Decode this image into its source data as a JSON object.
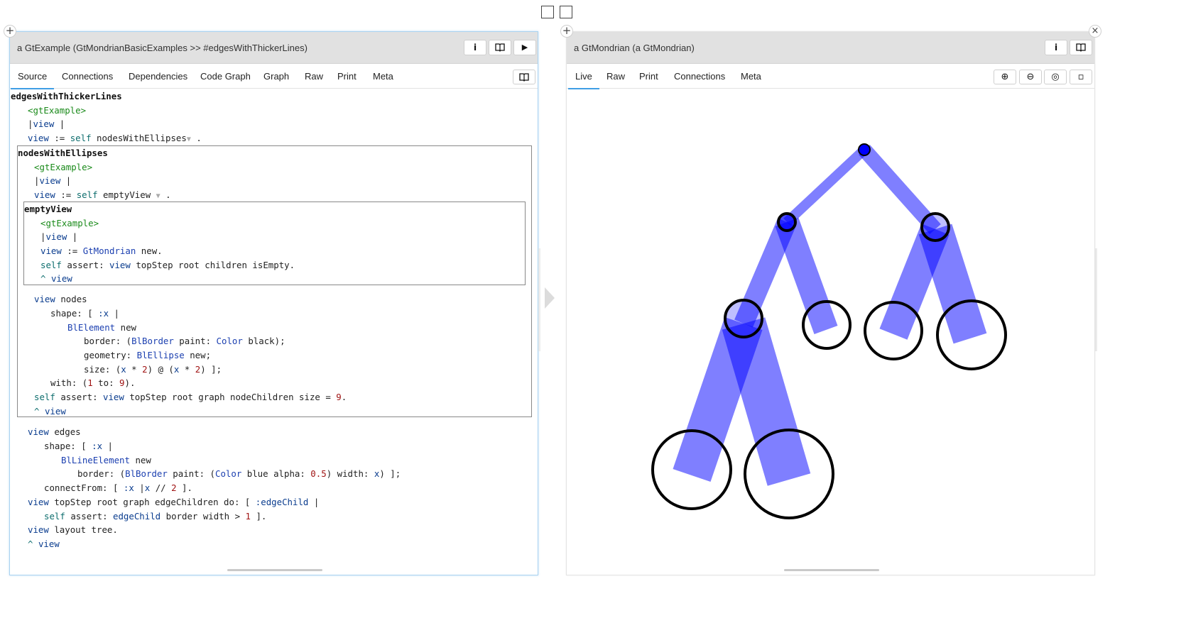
{
  "left_pane": {
    "title": "a GtExample (GtMondrianBasicExamples >> #edgesWithThickerLines)",
    "buttons": {
      "info": "i",
      "book": "🕮",
      "run": "▶"
    },
    "tabs": [
      "Source",
      "Connections",
      "Dependencies",
      "Code Graph",
      "Graph",
      "Raw",
      "Print",
      "Meta"
    ],
    "active_tab": "Source",
    "tab_action_icon": "🕮"
  },
  "right_pane": {
    "title": "a GtMondrian (a GtMondrian)",
    "buttons": {
      "info": "i",
      "book": "🕮"
    },
    "tabs": [
      "Live",
      "Raw",
      "Print",
      "Connections",
      "Meta"
    ],
    "active_tab": "Live",
    "zoom_buttons": [
      "⊕",
      "⊖",
      "◎",
      "▫"
    ]
  },
  "code": {
    "method_name": "edgesWithThickerLines",
    "pragma": "<gtExample>",
    "temps_open": "|",
    "temps_var": "view",
    "temps_close": "|",
    "line_view": "view",
    "line_assign": ":=",
    "line_self": "self",
    "line_nodes_call": "nodesWithEllipses",
    "line_end": ".",
    "inner1": {
      "method_name": "nodesWithEllipses",
      "pragma": "<gtExample>",
      "temps_var": "view",
      "line_view": "view",
      "line_assign": ":=",
      "line_self": "self",
      "line_call": "emptyView",
      "line_end": ".",
      "inner2": {
        "method_name": "emptyView",
        "pragma": "<gtExample>",
        "temps_var": "view",
        "l4_view": "view",
        "l4_assign": ":=",
        "l4_class": "GtMondrian",
        "l4_msg": "new.",
        "l5_self": "self",
        "l5_msg": "assert:",
        "l5_view": "view",
        "l5_rest": "topStep root children isEmpty.",
        "l6_ret": "^",
        "l6_view": "view"
      },
      "n1_view": "view",
      "n1_rest": "nodes",
      "n2_a": "shape: [",
      "n2_arg": ":x",
      "n2_b": "|",
      "n3_class": "BlElement",
      "n3_rest": "new",
      "n4_a": "border: (",
      "n4_class": "BlBorder",
      "n4_b": "paint:",
      "n4_class2": "Color",
      "n4_c": "black);",
      "n5_a": "geometry:",
      "n5_class": "BlEllipse",
      "n5_b": "new;",
      "n6_a": "size: (",
      "n6_x1": "x",
      "n6_b": "*",
      "n6_n1": "2",
      "n6_c": ") @ (",
      "n6_x2": "x",
      "n6_d": "*",
      "n6_n2": "2",
      "n6_e": ") ];",
      "n7_a": "with: (",
      "n7_n1": "1",
      "n7_b": "to:",
      "n7_n2": "9",
      "n7_c": ").",
      "n8_self": "self",
      "n8_a": "assert:",
      "n8_view": "view",
      "n8_b": "topStep root graph nodeChildren size =",
      "n8_num": "9",
      "n8_end": ".",
      "n9_ret": "^",
      "n9_view": "view"
    },
    "e1_view": "view",
    "e1_rest": "edges",
    "e2_a": "shape: [",
    "e2_arg": ":x",
    "e2_b": "|",
    "e3_class": "BlLineElement",
    "e3_rest": "new",
    "e4_a": "border: (",
    "e4_class": "BlBorder",
    "e4_b": "paint: (",
    "e4_class2": "Color",
    "e4_c": "blue alpha:",
    "e4_num": "0.5",
    "e4_d": ") width:",
    "e4_x": "x",
    "e4_e": ") ];",
    "e5_a": "connectFrom: [",
    "e5_arg": ":x",
    "e5_b": "|",
    "e5_x": "x",
    "e5_c": "//",
    "e5_num": "2",
    "e5_d": "].",
    "e6_view": "view",
    "e6_a": "topStep root graph edgeChildren do: [",
    "e6_arg": ":edgeChild",
    "e6_b": "|",
    "e7_self": "self",
    "e7_a": "assert:",
    "e7_arg": "edgeChild",
    "e7_b": "border width >",
    "e7_num": "1",
    "e7_c": "].",
    "e8_view": "view",
    "e8_rest": "layout tree.",
    "e9_ret": "^",
    "e9_view": "view"
  },
  "colors": {
    "edge": "#0000ff",
    "edge_alpha": 0.5,
    "node_border": "#000000",
    "tab_underline": "#3f9ee5",
    "focus_border": "#a9d3f0"
  }
}
